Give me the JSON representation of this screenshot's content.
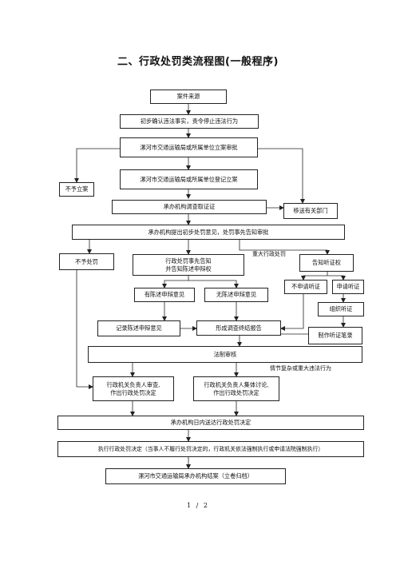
{
  "title": "二、行政处罚类流程图(一般程序)",
  "boxes": {
    "source": "案件来源",
    "confirm": "初步确认违法事实，责令停止违法行为",
    "review": "漯河市交通运输局或所属单位立案审批",
    "not_file": "不予立案",
    "register": "漯河市交通运输局或所属单位登记立案",
    "investigate": "承办机构调查取证证",
    "transfer": "移送有关部门",
    "propose": "承办机构提出初步处罚意见，处罚事先告知审批",
    "no_penalty": "不予处罚",
    "notify_l1": "行政处罚事先告知",
    "notify_l2": "并告知陈述申辩权",
    "hearing_right": "告知听证权",
    "has_defense": "有陈述申辩意见",
    "no_defense": "无陈述申辩意见",
    "no_hearing": "不申请听证",
    "apply_hearing": "申请听证",
    "organize_hearing": "组织听证",
    "record_defense": "记录陈述申辩意见",
    "final_report": "形成调查终结报告",
    "hearing_notes": "制作听证笔录",
    "legal_review": "法制审核",
    "chief_l1": "行政机关负责人审查,",
    "chief_l2": "作出行政处罚决定",
    "collective_l1": "行政机关负责人集体讨论,",
    "collective_l2": "作出行政处罚决定",
    "deliver": "承办机构日内送达行政处罚决定",
    "execute": "执行行政处罚决定（当事人不履行处罚决定的，行政机关依法强制执行或申请法院强制执行）",
    "close": "漯河市交通运输局承办机构结案（立卷归档）"
  },
  "labels": {
    "major_case": "重大行政处罚",
    "complex_case": "情节复杂或重大违法行为"
  },
  "page": "1 / 2"
}
